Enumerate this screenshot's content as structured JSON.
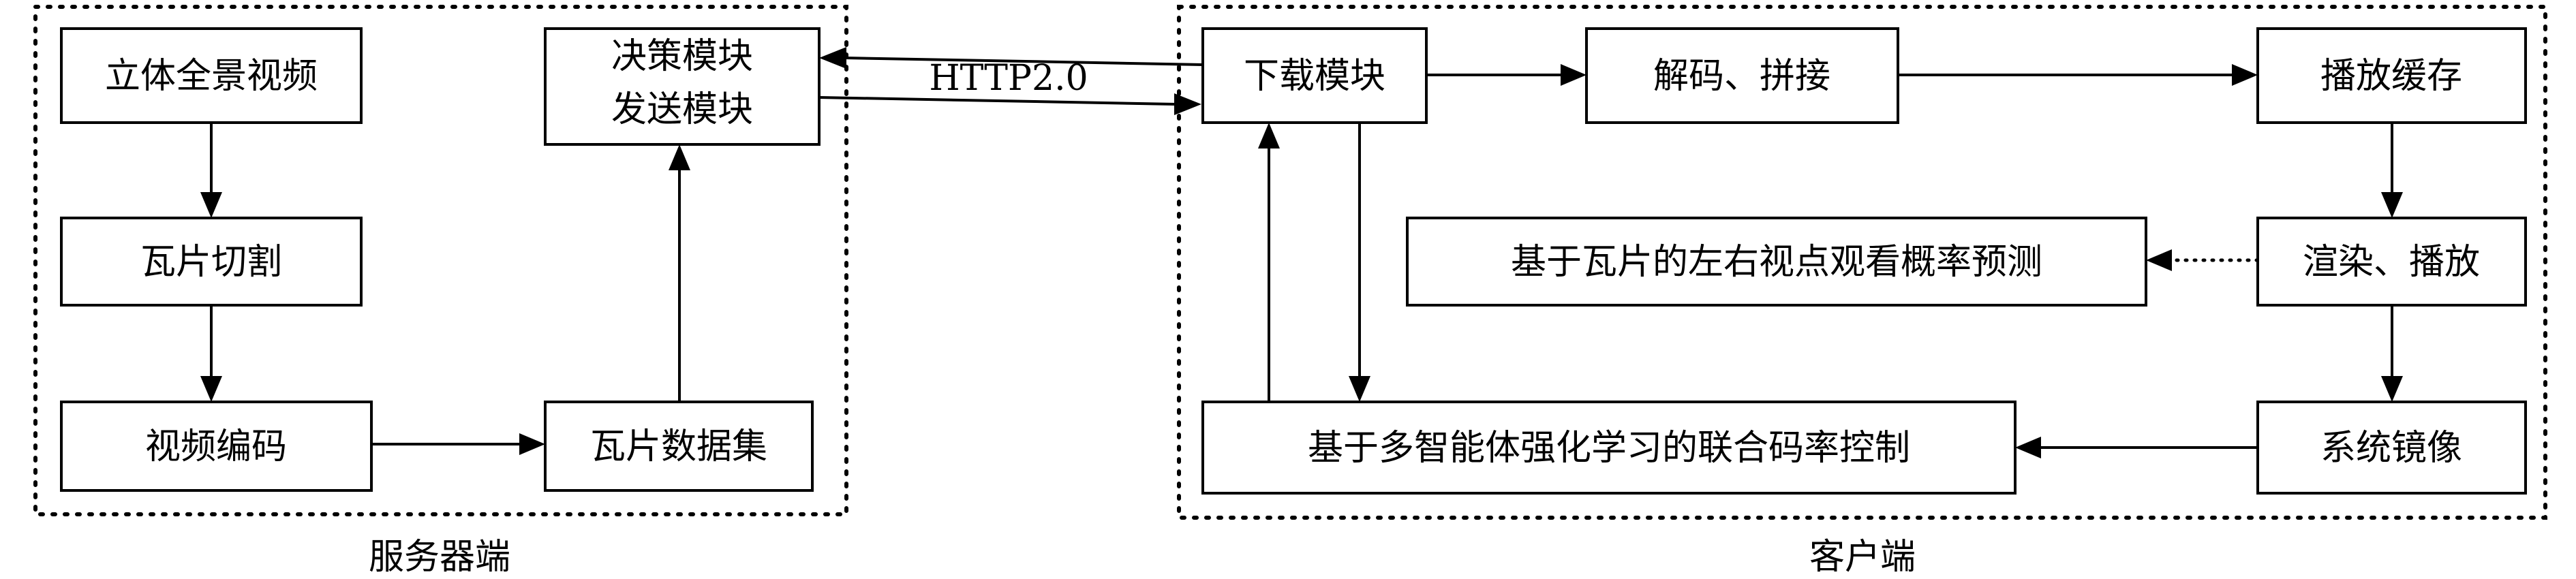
{
  "groups": {
    "server_label": "服务器端",
    "client_label": "客户端"
  },
  "nodes": {
    "panoramic_video": "立体全景视频",
    "tile_cutting": "瓦片切割",
    "video_encoding": "视频编码",
    "tile_dataset": "瓦片数据集",
    "decision_module": "决策模块",
    "send_module": "发送模块",
    "download_module": "下载模块",
    "decode_stitch": "解码、拼接",
    "playback_buffer": "播放缓存",
    "render_play": "渲染、播放",
    "viewpoint_prediction": "基于瓦片的左右视点观看概率预测",
    "system_mirror": "系统镜像",
    "rate_control": "基于多智能体强化学习的联合码率控制"
  },
  "edges": {
    "protocol_label": "HTTP2.0"
  }
}
